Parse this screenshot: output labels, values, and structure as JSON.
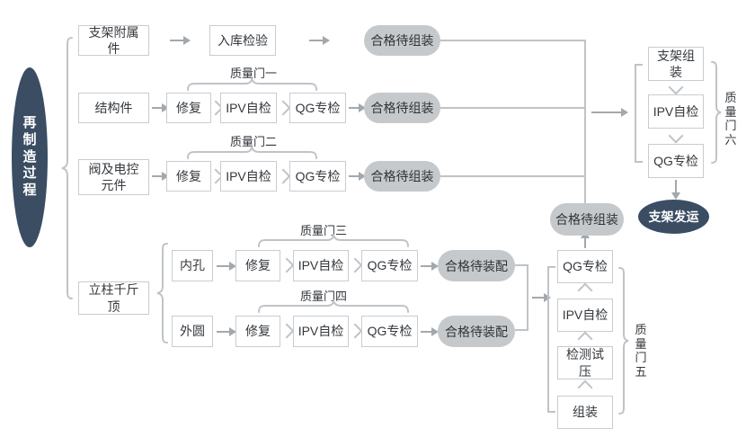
{
  "colors": {
    "dark": "#3a4d63",
    "pill": "#c6c9cc",
    "line": "#a3a8ad",
    "border": "#c9ccd0",
    "soft": "#bfc3c7",
    "text": "#34383d"
  },
  "process": {
    "label": "再制造过程"
  },
  "row1": {
    "source": "支架附属件",
    "inspect": "入库检验",
    "result": "合格待组装"
  },
  "row2": {
    "source": "结构件",
    "gate": "质量门一",
    "repair": "修复",
    "ipv": "IPV自检",
    "qg": "QG专检",
    "result": "合格待组装"
  },
  "row3": {
    "source": "阀及电控元件",
    "gate": "质量门二",
    "repair": "修复",
    "ipv": "IPV自检",
    "qg": "QG专检",
    "result": "合格待组装"
  },
  "pillar": {
    "source": "立柱千斤顶"
  },
  "row4": {
    "source": "内孔",
    "gate": "质量门三",
    "repair": "修复",
    "ipv": "IPV自检",
    "qg": "QG专检",
    "result": "合格待装配"
  },
  "row5": {
    "source": "外圆",
    "gate": "质量门四",
    "repair": "修复",
    "ipv": "IPV自检",
    "qg": "QG专检",
    "result": "合格待装配"
  },
  "assembly": {
    "gate": "质量门五",
    "steps": [
      "QG专检",
      "IPV自检",
      "检测试压",
      "组装"
    ],
    "result": "合格待组装"
  },
  "final": {
    "gate": "质量门六",
    "steps": [
      "支架组装",
      "IPV自检",
      "QG专检"
    ],
    "ship": "支架发运"
  }
}
